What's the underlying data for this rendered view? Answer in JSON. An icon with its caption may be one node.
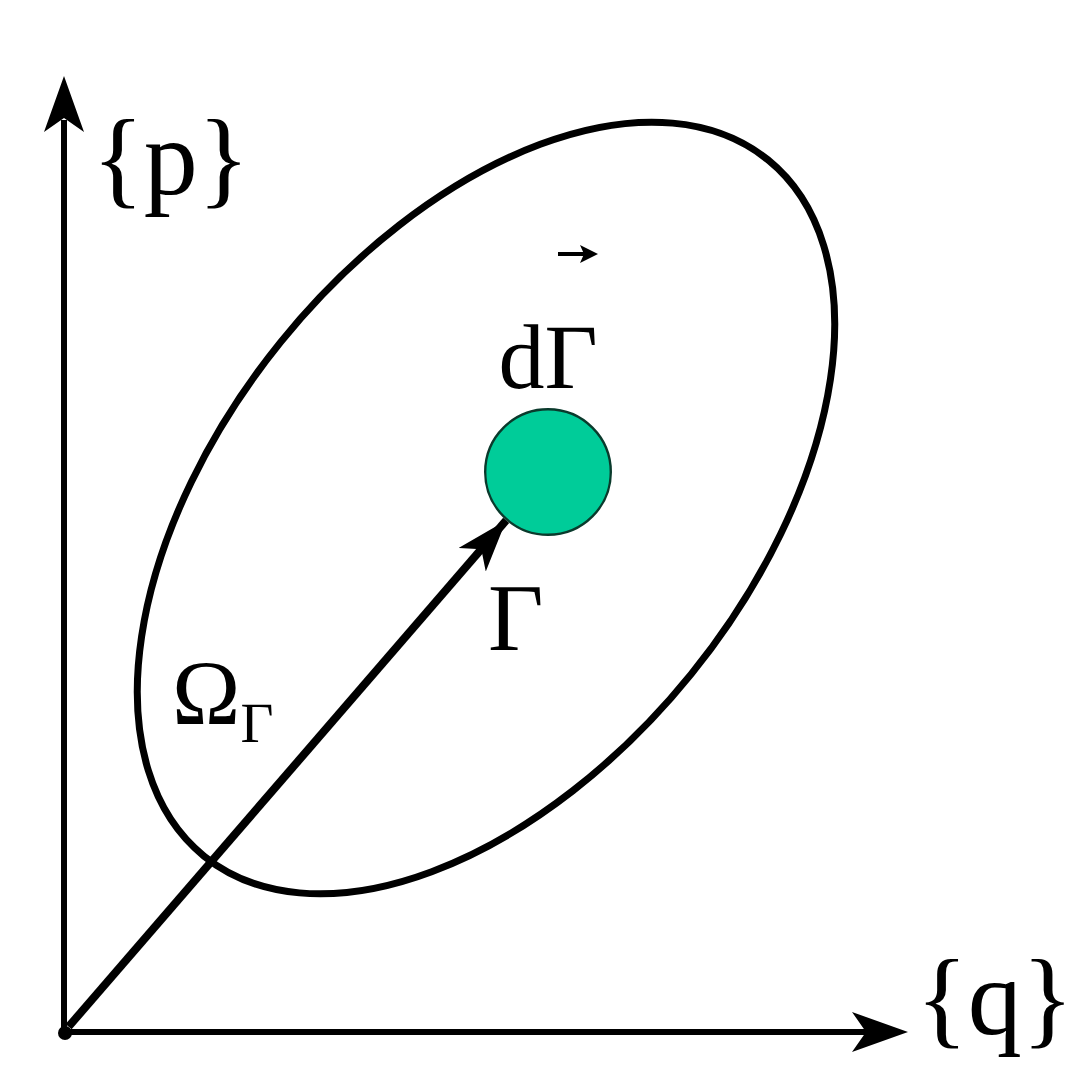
{
  "diagram": {
    "nodes": [
      {
        "text": [
          "Ω$_{Γ}$"
        ]
      },
      {
        "text": [
          "dΓ"
        ],
        "in": 0
      },
      {
        "text": [],
        "shape": "dot"
      }
    ],
    "edges": [
      {
        "from": 2,
        "to": 1,
        "arrow": "to",
        "label": "Γ"
      }
    ],
    "labels": [
      "{p}",
      "{q}"
    ]
  }
}
